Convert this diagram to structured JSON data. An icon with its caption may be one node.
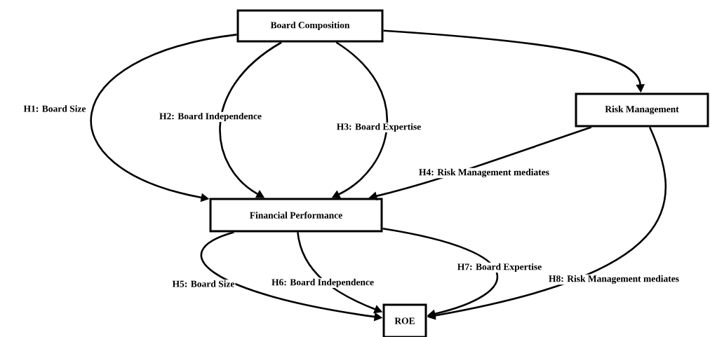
{
  "diagram": {
    "nodes": [
      {
        "text": [
          "Board Composition"
        ]
      },
      {
        "text": [
          "Risk Management"
        ]
      },
      {
        "text": [
          "Financial Performance"
        ]
      },
      {
        "text": [
          "ROE"
        ]
      }
    ],
    "edges": [
      {
        "from": 0,
        "to": 2,
        "arrow": "to",
        "label": "H1: Board Size"
      },
      {
        "from": 0,
        "to": 2,
        "arrow": "to",
        "label": "H2: Board Independence"
      },
      {
        "from": 0,
        "to": 2,
        "arrow": "to",
        "label": "H3: Board Expertise"
      },
      {
        "from": 0,
        "to": 1,
        "arrow": "to"
      },
      {
        "from": 1,
        "to": 2,
        "arrow": "to",
        "label": "H4: Risk Management mediates"
      },
      {
        "from": 2,
        "to": 3,
        "arrow": "to",
        "label": "H5: Board Size"
      },
      {
        "from": 2,
        "to": 3,
        "arrow": "to",
        "label": "H6: Board Independence"
      },
      {
        "from": 2,
        "to": 3,
        "arrow": "to",
        "label": "H7: Board Expertise"
      },
      {
        "from": 1,
        "to": 3,
        "arrow": "to",
        "label": "H8: Risk Management mediates"
      }
    ]
  }
}
